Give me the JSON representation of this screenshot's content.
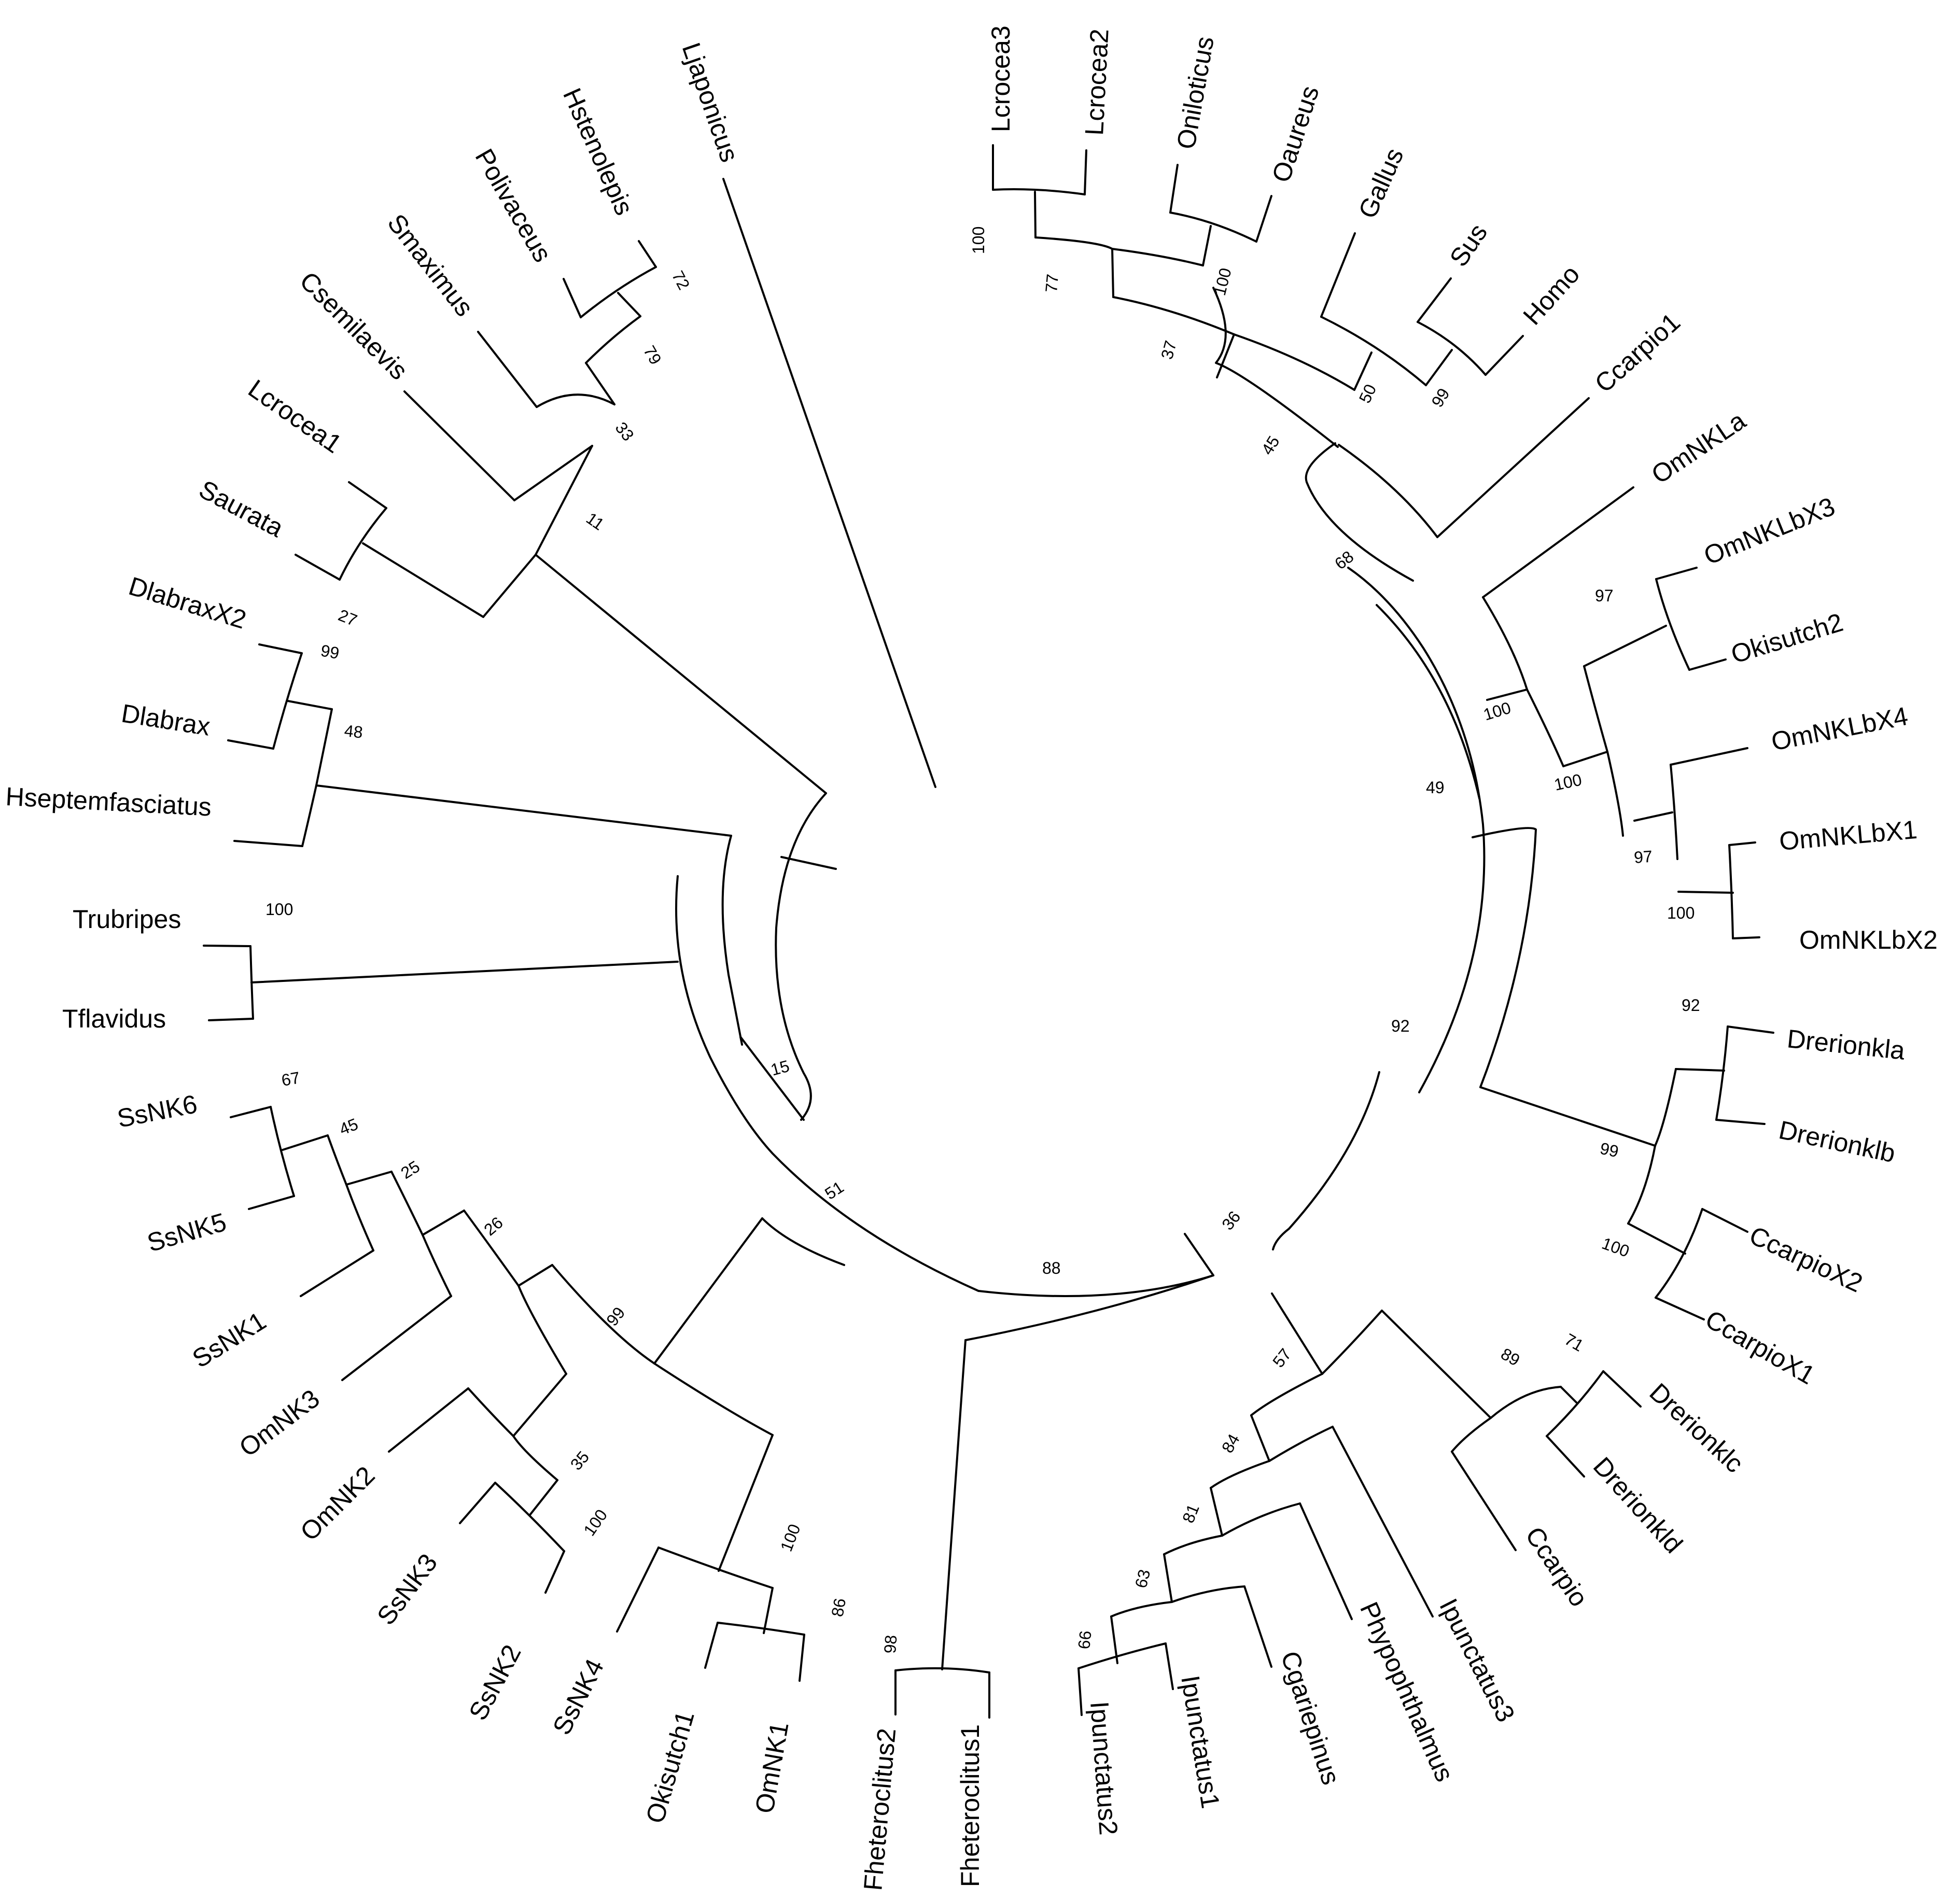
{
  "tree": {
    "taxa": {
      "Ljaponicus": "Ljaponicus",
      "Lcrocea3": "Lcrocea3",
      "Lcrocea2": "Lcrocea2",
      "Oniloticus": "Oniloticus",
      "Oaureus": "Oaureus",
      "Gallus": "Gallus",
      "Sus": "Sus",
      "Homo": "Homo",
      "Ccarpio1": "Ccarpio1",
      "OmNKLa": "OmNKLa",
      "OmNKLbX3": "OmNKLbX3",
      "Okisutch2": "Okisutch2",
      "OmNKLbX4": "OmNKLbX4",
      "OmNKLbX1": "OmNKLbX1",
      "OmNKLbX2": "OmNKLbX2",
      "Drerionkla": "Drerionkla",
      "Drerionklb": "Drerionklb",
      "CcarpioX2": "CcarpioX2",
      "CcarpioX1": "CcarpioX1",
      "Drerionklc": "Drerionklc",
      "Drerionkld": "Drerionkld",
      "Ccarpio": "Ccarpio",
      "Ipunctatus3": "Ipunctatus3",
      "Phypophthalmus": "Phypophthalmus",
      "Cgariepinus": "Cgariepinus",
      "Ipunctatus1": "Ipunctatus1",
      "Ipunctatus2": "Ipunctatus2",
      "Fheteroclitus1": "Fheteroclitus1",
      "Fheteroclitus2": "Fheteroclitus2",
      "OmNK1": "OmNK1",
      "Okisutch1": "Okisutch1",
      "SsNK4": "SsNK4",
      "SsNK2": "SsNK2",
      "SsNK3": "SsNK3",
      "OmNK2": "OmNK2",
      "OmNK3": "OmNK3",
      "SsNK1": "SsNK1",
      "SsNK5": "SsNK5",
      "SsNK6": "SsNK6",
      "Tflavidus": "Tflavidus",
      "Trubripes": "Trubripes",
      "Hseptemfasciatus": "Hseptemfasciatus",
      "Dlabrax": "Dlabrax",
      "DlabraxX2": "DlabraxX2",
      "Saurata": "Saurata",
      "Lcrocea1": "Lcrocea1",
      "Csemilaevis": "Csemilaevis",
      "Smaximus": "Smaximus",
      "Polivaceus": "Polivaceus",
      "Hstenolepis": "Hstenolepis"
    },
    "support": {
      "s100_lcrocea": "100",
      "s77": "77",
      "s100_oreo": "100",
      "s37": "37",
      "s50": "50",
      "s99_sus": "99",
      "s45_outer": "45",
      "s68": "68",
      "s97_x3": "97",
      "s100_omnklb": "100",
      "s100_omnkla": "100",
      "s97_x4": "97",
      "s100_x1x2": "100",
      "s49": "49",
      "s92_dr": "92",
      "s99_dr": "99",
      "s100_ccx": "100",
      "s92_inner": "92",
      "s71": "71",
      "s89": "89",
      "s57": "57",
      "s84": "84",
      "s81": "81",
      "s63": "63",
      "s66": "66",
      "s36": "36",
      "s88": "88",
      "s98": "98",
      "s86": "86",
      "s100_omnk1": "100",
      "s99_ss": "99",
      "s100_ssnk2": "100",
      "s35": "35",
      "s26": "26",
      "s25": "25",
      "s45_ss": "45",
      "s67": "67",
      "s51": "51",
      "s15": "15",
      "s100_tru": "100",
      "s48": "48",
      "s99_dl": "99",
      "s27": "27",
      "s11": "11",
      "s33": "33",
      "s79": "79",
      "s72": "72"
    }
  }
}
